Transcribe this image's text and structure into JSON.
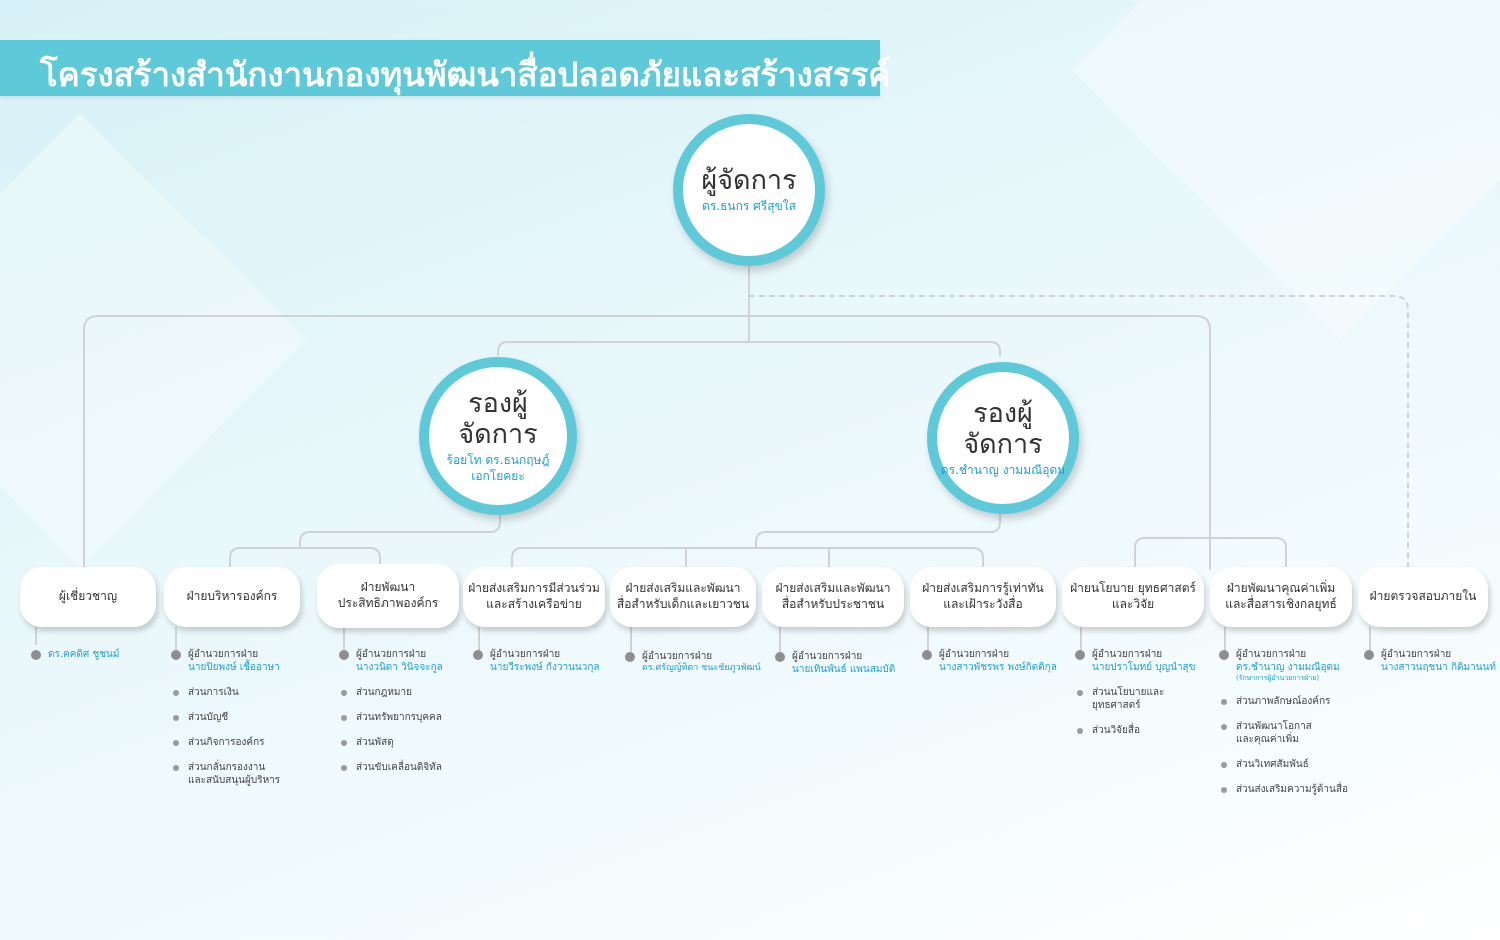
{
  "title": "โครงสร้างสำนักงานกองทุนพัฒนาสื่อปลอดภัยและสร้างสรรค์",
  "manager": {
    "title": "ผู้จัดการ",
    "name": "ดร.ธนกร ศรีสุขใส"
  },
  "deputies": [
    {
      "title": "รองผู้จัดการ",
      "name_lines": [
        "ร้อยโท ดร.ธนกฤษฎ์",
        "เอกโยคยะ"
      ]
    },
    {
      "title": "รองผู้จัดการ",
      "name_lines": [
        "ดร.ชำนาญ งามมณีอุดม"
      ]
    }
  ],
  "departments": [
    {
      "name_lines": [
        "ผู้เชี่ยวชาญ"
      ],
      "head_lines": [
        "ดร.คคดิศ ชูชนม์"
      ],
      "head_label": "",
      "note": "",
      "units": []
    },
    {
      "name_lines": [
        "ฝ่ายบริหารองค์กร"
      ],
      "head_label": "ผู้อำนวยการฝ่าย",
      "head_lines": [
        "นายปิยพงษ์ เชื้ออาษา"
      ],
      "note": "",
      "units": [
        [
          "ส่วนการเงิน"
        ],
        [
          "ส่วนบัญชี"
        ],
        [
          "ส่วนกิจการองค์กร"
        ],
        [
          "ส่วนกลั่นกรองงาน",
          "และสนับสนุนผู้บริหาร"
        ]
      ]
    },
    {
      "name_lines": [
        "ฝ่ายพัฒนา",
        "ประสิทธิภาพองค์กร"
      ],
      "head_label": "ผู้อำนวยการฝ่าย",
      "head_lines": [
        "นางวนิดา วินิจจะกูล"
      ],
      "note": "",
      "units": [
        [
          "ส่วนกฎหมาย"
        ],
        [
          "ส่วนทรัพยากรบุคคล"
        ],
        [
          "ส่วนพัสดุ"
        ],
        [
          "ส่วนขับเคลื่อนดิจิทัล"
        ]
      ]
    },
    {
      "name_lines": [
        "ฝ่ายส่งเสริมการมีส่วนร่วม",
        "และสร้างเครือข่าย"
      ],
      "head_label": "ผู้อำนวยการฝ่าย",
      "head_lines": [
        "นายวีระพงษ์ กังวานนวกุล"
      ],
      "note": "",
      "units": []
    },
    {
      "name_lines": [
        "ฝ่ายส่งเสริมและพัฒนา",
        "สื่อสำหรับเด็กและเยาวชน"
      ],
      "head_label": "ผู้อำนวยการฝ่าย",
      "head_lines": [
        "ดร.ศรัญญ์ทิตา ชนะชัยภูวพัฒน์"
      ],
      "note": "",
      "units": []
    },
    {
      "name_lines": [
        "ฝ่ายส่งเสริมและพัฒนา",
        "สื่อสำหรับประชาชน"
      ],
      "head_label": "ผู้อำนวยการฝ่าย",
      "head_lines": [
        "นายเทินพันธ์ แพนสมบัติ"
      ],
      "note": "",
      "units": []
    },
    {
      "name_lines": [
        "ฝ่ายส่งเสริมการรู้เท่าทัน",
        "และเฝ้าระวังสื่อ"
      ],
      "head_label": "ผู้อำนวยการฝ่าย",
      "head_lines": [
        "นางสาวพัชรพร พงษ์กิตติกุล"
      ],
      "note": "",
      "units": []
    },
    {
      "name_lines": [
        "ฝ่ายนโยบาย ยุทธศาสตร์",
        "และวิจัย"
      ],
      "head_label": "ผู้อำนวยการฝ่าย",
      "head_lines": [
        "นายปราโมทย์ บุญนำสุข"
      ],
      "note": "",
      "units": [
        [
          "ส่วนนโยบายและ",
          "ยุทธศาสตร์"
        ],
        [
          "ส่วนวิจัยสื่อ"
        ]
      ]
    },
    {
      "name_lines": [
        "ฝ่ายพัฒนาคุณค่าเพิ่ม",
        "และสื่อสารเชิงกลยุทธ์"
      ],
      "head_label": "ผู้อำนวยการฝ่าย",
      "head_lines": [
        "ดร.ชำนาญ งามมณีอุดม"
      ],
      "note": "(รักษาการผู้อำนวยการฝ่าย)",
      "units": [
        [
          "ส่วนภาพลักษณ์องค์กร"
        ],
        [
          "ส่วนพัฒนาโอกาส",
          "และคุณค่าเพิ่ม"
        ],
        [
          "ส่วนวิเทศสัมพันธ์"
        ],
        [
          "ส่วนส่งเสริมความรู้ด้านสื่อ"
        ]
      ]
    },
    {
      "name_lines": [
        "ฝ่ายตรวจสอบภายใน"
      ],
      "head_label": "ผู้อำนวยการฝ่าย",
      "head_lines": [
        "นางสาวนฤชนา กิติมานนท์"
      ],
      "note": "",
      "units": []
    }
  ]
}
